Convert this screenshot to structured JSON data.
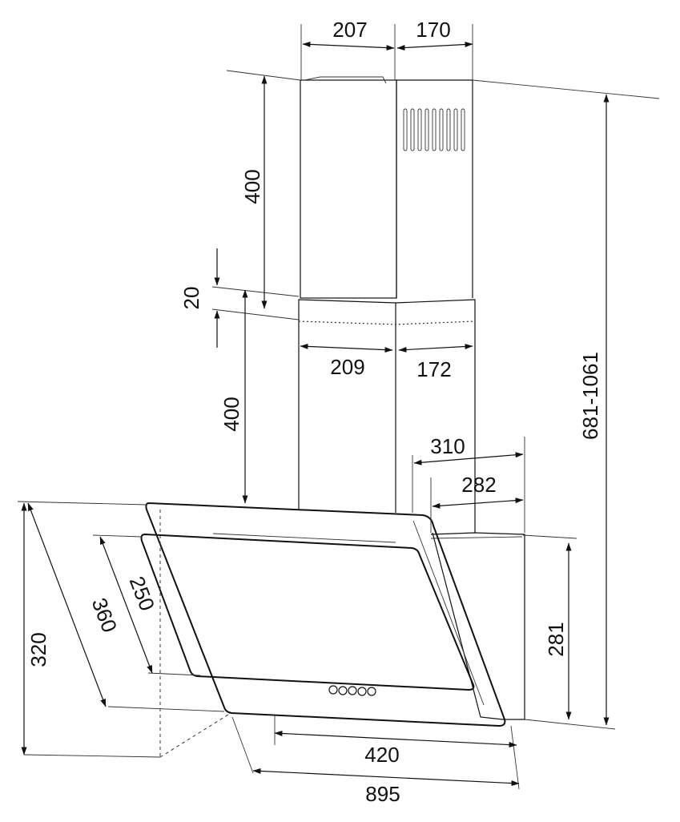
{
  "drawing": {
    "dimensions": {
      "chimney_upper_front_width": "207",
      "chimney_upper_side_depth": "170",
      "chimney_lower_front_width": "209",
      "chimney_lower_side_depth": "172",
      "upper_chimney_height": "400",
      "lower_chimney_height": "400",
      "overlap": "20",
      "total_height": "681-1061",
      "hood_depth_outer": "310",
      "hood_depth_inner": "282",
      "hood_side_height": "281",
      "glass_slant_outer": "360",
      "glass_slant_inner": "250",
      "hood_front_height": "320",
      "chimney_width": "420",
      "hood_width": "895"
    },
    "control_knobs": 5,
    "colors": {
      "line": "#111111",
      "background": "#ffffff"
    }
  }
}
